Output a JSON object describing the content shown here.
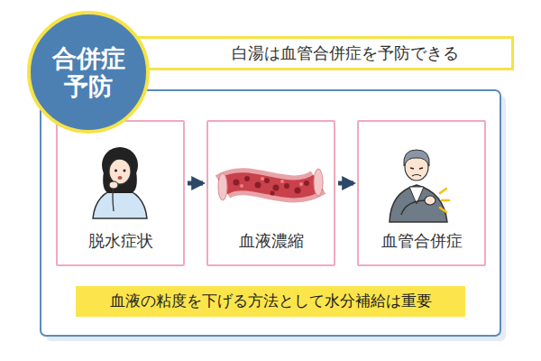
{
  "diagram": {
    "nodes": [
      {
        "text": [
          "合併症 予防"
        ]
      },
      {
        "text": [
          "白湯は血管合併症を予防できる"
        ]
      },
      {
        "text": [
          "脱水症状"
        ]
      },
      {
        "text": [
          "血液濃縮"
        ]
      },
      {
        "text": [
          "血管合併症"
        ]
      },
      {
        "text": [
          "血液の粘度を下げる方法として水分補給は重要"
        ]
      }
    ],
    "edges": [
      {
        "from": 2,
        "to": 3,
        "arrow": "to"
      },
      {
        "from": 3,
        "to": 4,
        "arrow": "to"
      }
    ]
  }
}
